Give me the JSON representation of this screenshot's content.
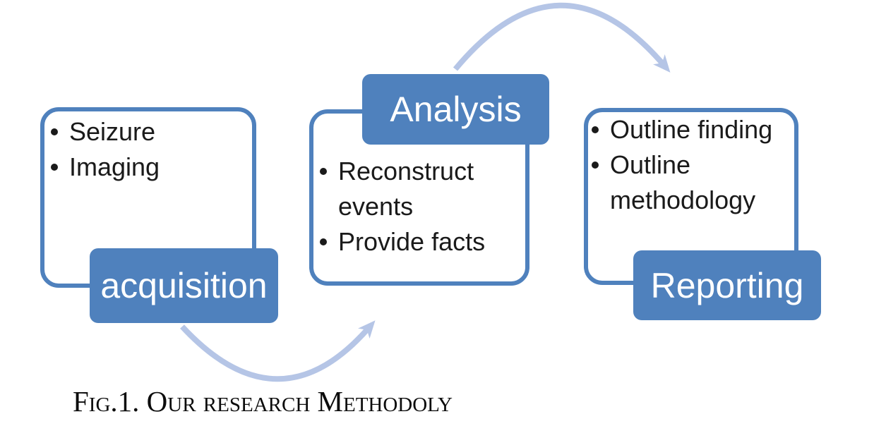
{
  "figure": {
    "caption": "Fig.1. Our research Methodoly",
    "colors": {
      "accent_blue": "#4f81bd",
      "arrow_blue": "#b5c5e6",
      "text_ink": "#1a1a1a"
    },
    "steps": [
      {
        "label": "acquisition",
        "label_position": "bottom",
        "bullets": [
          "Seizure",
          "Imaging"
        ]
      },
      {
        "label": "Analysis",
        "label_position": "top",
        "bullets": [
          "Reconstruct events",
          "Provide facts"
        ]
      },
      {
        "label": "Reporting",
        "label_position": "bottom",
        "bullets": [
          "Outline finding",
          "Outline methodology"
        ]
      }
    ],
    "arrows": [
      {
        "name": "acquisition-to-analysis",
        "direction": "up-right"
      },
      {
        "name": "analysis-to-reporting",
        "direction": "down-right"
      }
    ]
  }
}
